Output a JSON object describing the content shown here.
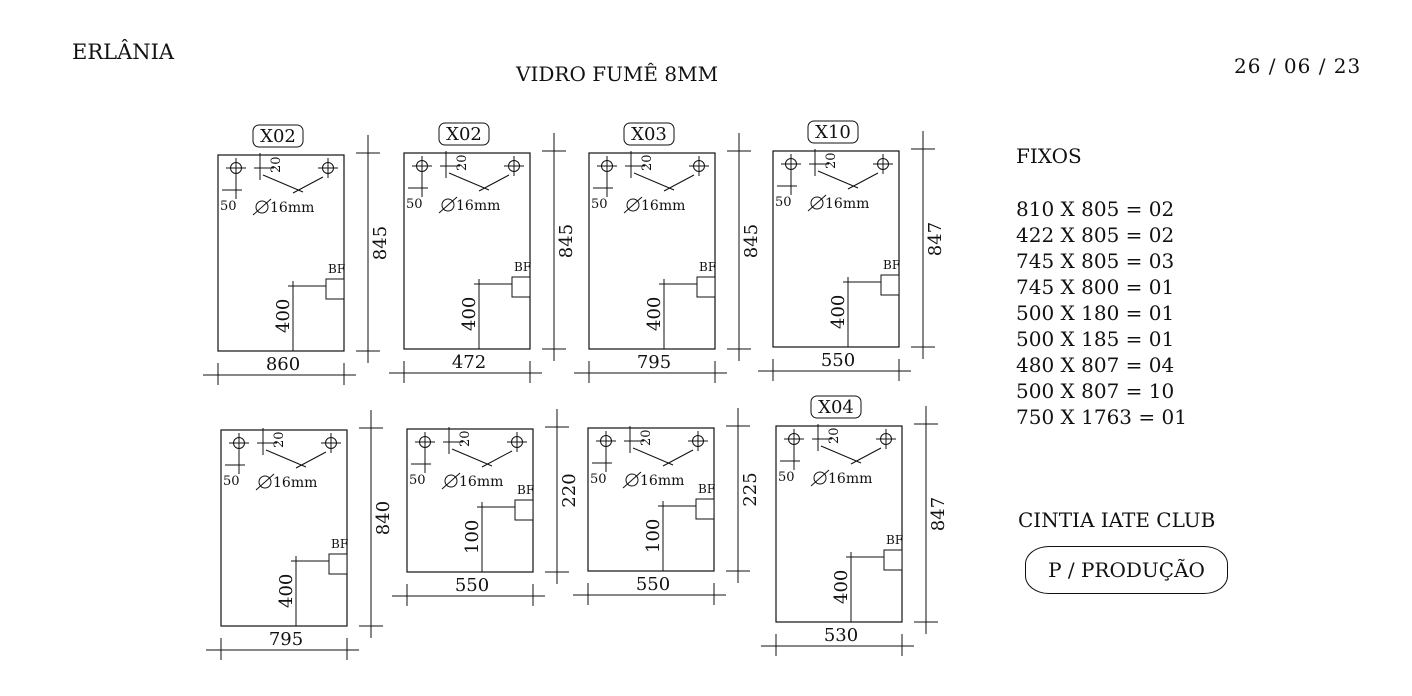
{
  "header": {
    "client": "ERLÂNIA",
    "material": "VIDRO FUMÊ 8MM",
    "date": "26 / 06 / 23"
  },
  "panels": [
    {
      "tag": "X02",
      "width": "860",
      "height": "845",
      "notch_height": "400"
    },
    {
      "tag": "X02",
      "width": "472",
      "height": "845",
      "notch_height": "400"
    },
    {
      "tag": "X03",
      "width": "795",
      "height": "845",
      "notch_height": "400"
    },
    {
      "tag": "X10",
      "width": "550",
      "height": "847",
      "notch_height": "400"
    },
    {
      "tag": "",
      "width": "795",
      "height": "840",
      "notch_height": "400"
    },
    {
      "tag": "",
      "width": "550",
      "height": "220",
      "notch_height": "100"
    },
    {
      "tag": "",
      "width": "550",
      "height": "225",
      "notch_height": "100"
    },
    {
      "tag": "X04",
      "width": "530",
      "height": "847",
      "notch_height": "400"
    }
  ],
  "hole_labels": {
    "top_offset": "20",
    "side_offset": "50",
    "diameter": "16mm",
    "notch": "BF"
  },
  "fixos": {
    "title": "FIXOS",
    "items": [
      "810 X 805 = 02",
      "422 X 805 = 02",
      "745 X 805 = 03",
      "745 X 800 = 01",
      "500 X 180 = 01",
      "500 X 185 = 01",
      "480 X 807 = 04",
      "500 X 807 = 10",
      "750 X 1763 = 01"
    ]
  },
  "project": "CINTIA IATE CLUB",
  "action": "P / PRODUÇÃO"
}
